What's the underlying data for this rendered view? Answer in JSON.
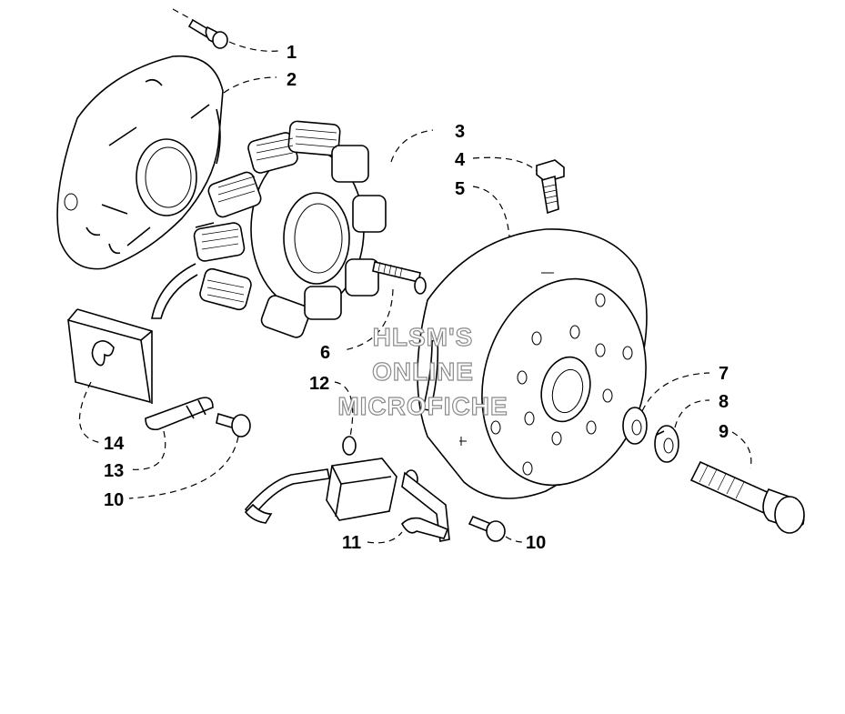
{
  "diagram": {
    "callouts": [
      "1",
      "2",
      "3",
      "4",
      "5",
      "6",
      "7",
      "8",
      "9",
      "10",
      "10",
      "11",
      "12",
      "13",
      "14"
    ],
    "watermark": [
      "HLSM'S",
      "ONLINE",
      "MICROFICHE"
    ]
  }
}
